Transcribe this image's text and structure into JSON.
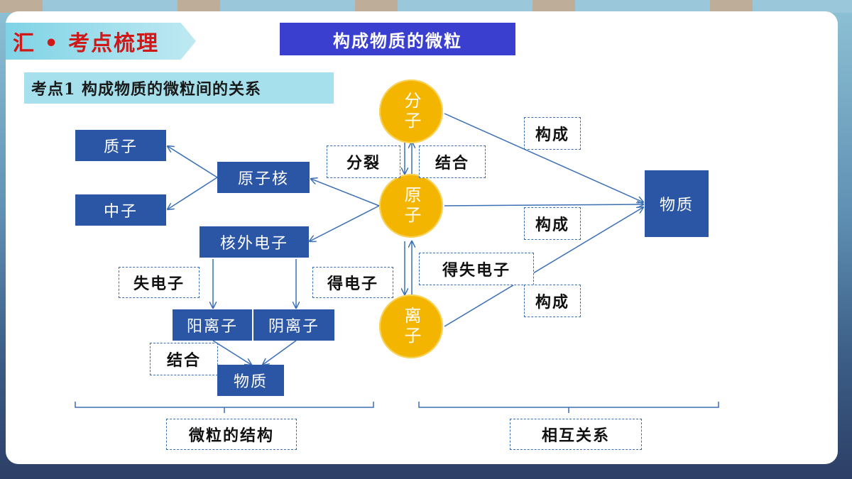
{
  "header": {
    "tag": "汇 • 考点梳理",
    "title": "构成物质的微粒"
  },
  "subtitle": "考点1 构成物质的微粒间的关系",
  "structure": {
    "proton": "质子",
    "neutron": "中子",
    "nucleus": "原子核",
    "electrons": "核外电子",
    "lose_electron": "失电子",
    "gain_electron": "得电子",
    "cation": "阳离子",
    "anion": "阴离子",
    "combine": "结合",
    "substance": "物质",
    "caption": "微粒的结构"
  },
  "relations": {
    "molecule": "分子",
    "atom": "原子",
    "ion": "离子",
    "split": "分裂",
    "combine": "结合",
    "gain_lose": "得失电子",
    "compose_1": "构成",
    "compose_2": "构成",
    "compose_3": "构成",
    "substance": "物质",
    "caption": "相互关系"
  }
}
